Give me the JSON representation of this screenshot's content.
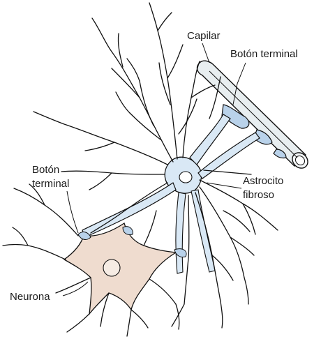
{
  "labels": {
    "capillary": "Capilar",
    "end_foot_top": "Botón terminal",
    "end_foot_left_line1": "Botón",
    "end_foot_left_line2": "terminal",
    "astrocyte_line1": "Astrocito",
    "astrocyte_line2": "fibroso",
    "neuron": "Neurona"
  },
  "colors": {
    "astrocyte_fill": "#d9e8f5",
    "astrocyte_feet": "#b9d2ea",
    "neuron_fill": "#efdccf",
    "capillary_fill": "#e8eef0",
    "outline": "#111111"
  }
}
